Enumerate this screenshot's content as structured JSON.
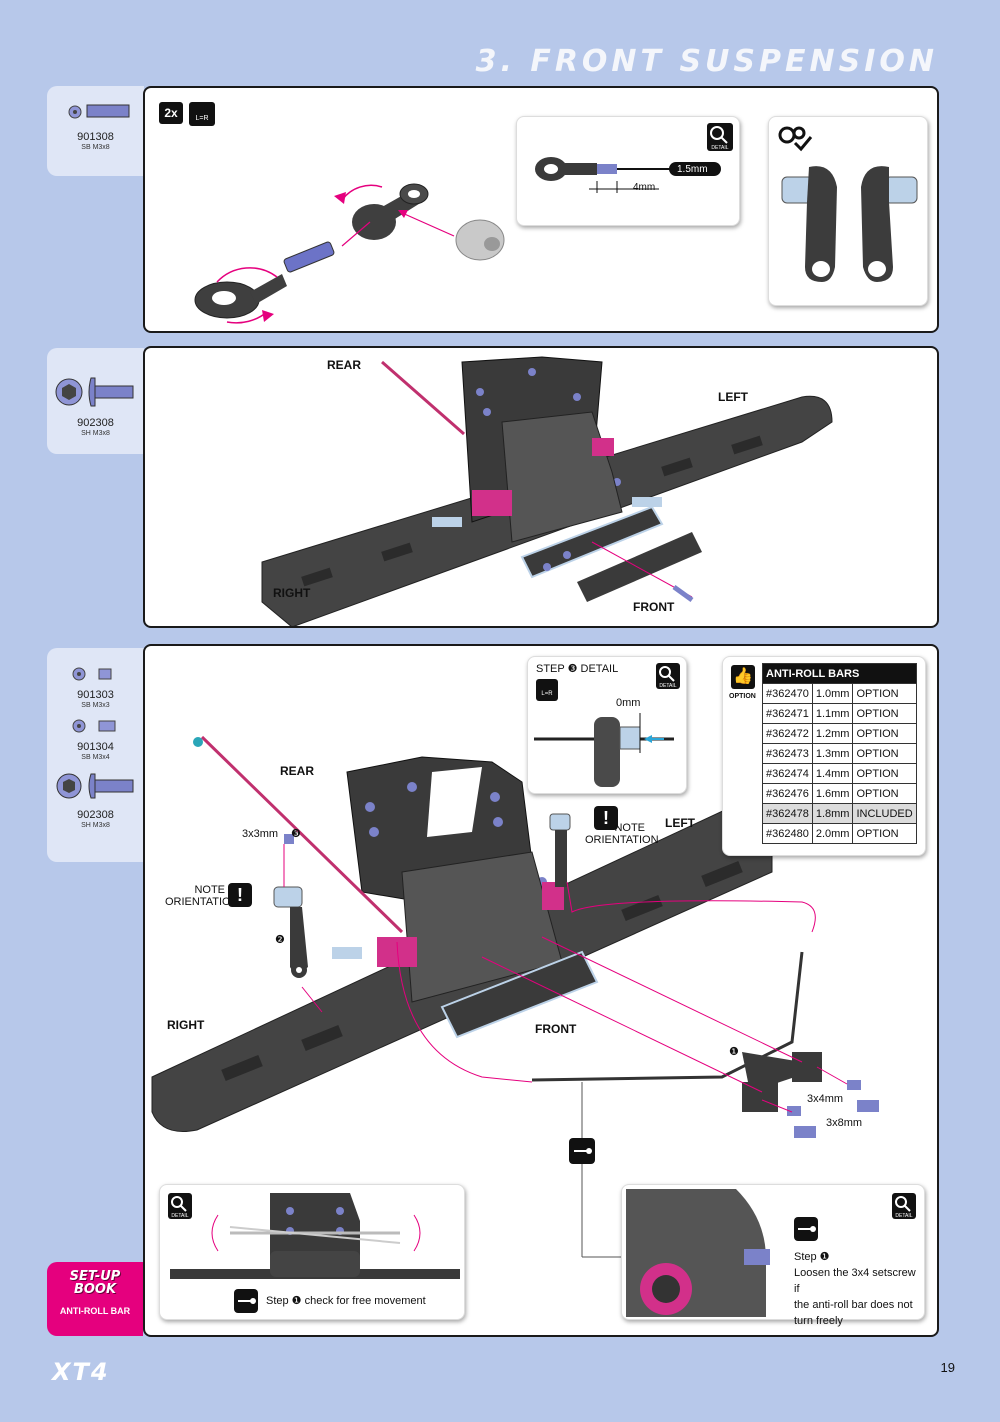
{
  "header": {
    "title": "3. FRONT SUSPENSION"
  },
  "parts": {
    "s1": {
      "n1": "901308",
      "d1": "SB M3x8"
    },
    "s2": {
      "n1": "902308",
      "d1": "SH M3x8"
    },
    "s3": {
      "n1": "901303",
      "d1": "SB M3x3",
      "n2": "901304",
      "d2": "SB M3x4",
      "n3": "902308",
      "d3": "SH M3x8"
    }
  },
  "step1": {
    "qty": "2x",
    "lr": "L=R",
    "tool": "1.5mm",
    "dim": "4mm",
    "detail": "DETAIL"
  },
  "step2": {
    "rear": "REAR",
    "left": "LEFT",
    "right": "RIGHT",
    "front": "FRONT"
  },
  "step3": {
    "rear": "REAR",
    "left": "LEFT",
    "right": "RIGHT",
    "front": "FRONT",
    "detail_title": "STEP ❸ DETAIL",
    "detail_dim": "0mm",
    "lr": "L=R",
    "detail": "DETAIL",
    "note1_a": "NOTE",
    "note1_b": "ORIENTATION",
    "note2_a": "NOTE",
    "note2_b": "ORIENTATION",
    "setscrew": "3x3mm",
    "n3": "❸",
    "n2": "❷",
    "n1": "❶",
    "s34": "3x4mm",
    "s38": "3x8mm",
    "option": "OPTION",
    "table": {
      "title": "ANTI-ROLL BARS",
      "rows": [
        [
          "#362470",
          "1.0mm",
          "OPTION"
        ],
        [
          "#362471",
          "1.1mm",
          "OPTION"
        ],
        [
          "#362472",
          "1.2mm",
          "OPTION"
        ],
        [
          "#362473",
          "1.3mm",
          "OPTION"
        ],
        [
          "#362474",
          "1.4mm",
          "OPTION"
        ],
        [
          "#362476",
          "1.6mm",
          "OPTION"
        ],
        [
          "#362478",
          "1.8mm",
          "INCLUDED"
        ],
        [
          "#362480",
          "2.0mm",
          "OPTION"
        ]
      ]
    },
    "check": "Step ❶ check for free movement",
    "loosen": [
      "Step ❶",
      "Loosen the 3x4 setscrew if",
      "the anti-roll bar does not",
      "turn freely"
    ]
  },
  "setup": {
    "title1": "SET-UP",
    "title2": "BOOK",
    "subtitle": "ANTI-ROLL BAR"
  },
  "footer": {
    "logo": "XT4",
    "page": "19"
  },
  "colors": {
    "background": "#b7c8ea",
    "accent": "#e5007e",
    "part": "#7b82c9",
    "frame": "#3d3d3d"
  }
}
